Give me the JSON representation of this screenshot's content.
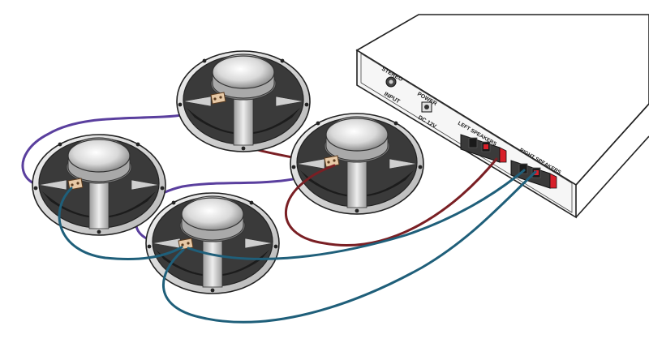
{
  "amplifier": {
    "stereo_label": "STEREO",
    "input_label": "INPUT",
    "power_label": "POWER",
    "dc_label": "DC 12V",
    "left_speakers_label": "LEFT SPEAKERS",
    "right_speakers_label": "RIGHT SPEAKERS"
  },
  "colors": {
    "wire_purple": "#5a3f9e",
    "wire_red": "#7a1f24",
    "wire_blue": "#1f5f7a",
    "terminal_red": "#d8202a",
    "speaker_frame": "#c8c8c8",
    "speaker_cone": "#2a2a2a"
  }
}
